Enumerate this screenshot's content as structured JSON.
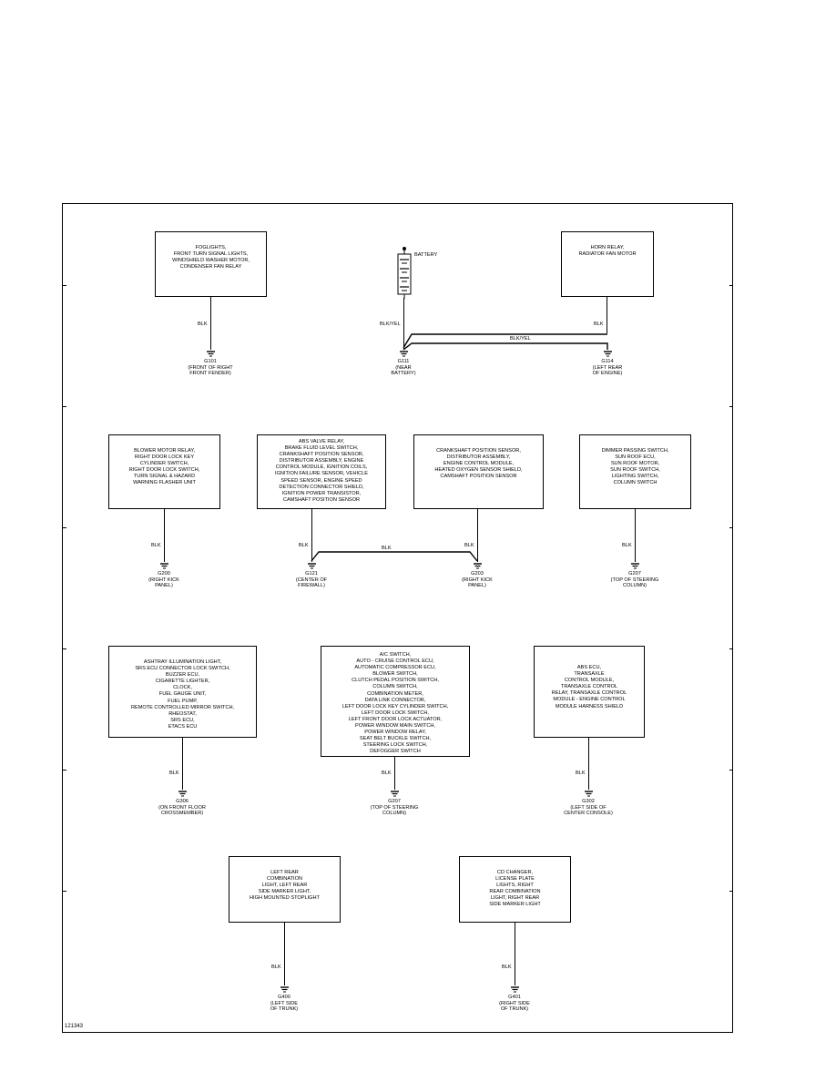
{
  "figure_number": "121343",
  "components": {
    "c1": "FOGLIGHTS,\nFRONT TURN SIGNAL LIGHTS,\nWINDSHIELD WASHER MOTOR,\nCONDENSER FAN RELAY",
    "c2": "HORN RELAY,\nRADIATOR FAN MOTOR",
    "c3": "BLOWER MOTOR RELAY,\nRIGHT DOOR LOCK KEY\nCYLINDER SWITCH,\nRIGHT DOOR LOCK SWITCH,\nTURN SIGNAL & HAZARD\nWARNING FLASHER UNIT",
    "c4": "ABS VALVE RELAY,\nBRAKE FLUID LEVEL SWITCH,\nCRANKSHAFT POSITION SENSOR,\nDISTRIBUTOR ASSEMBLY, ENGINE\nCONTROL MODULE, IGNITION COILS,\nIGNITION FAILURE SENSOR, VEHICLE\nSPEED SENSOR, ENGINE SPEED\nDETECTION CONNECTOR SHIELD,\nIGNITION POWER TRANSISTOR,\nCAMSHAFT POSITION SENSOR",
    "c5": "CRANKSHAFT POSITION SENSOR,\nDISTRIBUTOR ASSEMBLY,\nENGINE CONTROL MODULE,\nHEATED OXYGEN SENSOR SHIELD,\nCAMSHAFT POSITION SENSOR",
    "c6": "DIMMER PASSING SWITCH,\nSUN ROOF ECU,\nSUN ROOF MOTOR,\nSUN ROOF SWITCH,\nLIGHTING SWITCH,\nCOLUMN SWITCH",
    "c7": "ASHTRAY ILLUMINATION LIGHT,\nSRS ECU CONNECTOR LOCK SWITCH,\nBUZZER ECU,\nCIGARETTE LIGHTER,\nCLOCK,\nFUEL GAUGE UNIT,\nFUEL PUMP,\nREMOTE CONTROLLED MIRROR SWITCH,\nRHEOSTAT,\nSRS ECU,\nETACS ECU",
    "c8": "A/C SWITCH,\nAUTO - CRUISE CONTROL ECU,\nAUTOMATIC COMPRESSOR ECU,\nBLOWER SWITCH,\nCLUTCH PEDAL POSITION SWITCH,\nCOLUMN SWITCH,\nCOMBINATION METER,\nDATA LINK CONNECTOR,\nLEFT DOOR LOCK KEY CYLINDER SWITCH,\nLEFT DOOR LOCK SWITCH,\nLEFT FRONT DOOR LOCK ACTUATOR,\nPOWER WINDOW MAIN SWITCH,\nPOWER WINDOW RELAY,\nSEAT BELT BUCKLE SWITCH,\nSTEERING LOCK SWITCH,\nDEFOGGER SWITCH",
    "c9": "ABS ECU,\nTRANSAXLE\nCONTROL MODULE,\nTRANSAXLE CONTROL\nRELAY, TRANSAXLE CONTROL\nMODULE - ENGINE CONTROL\nMODULE HARNESS SHIELD",
    "c10": "LEFT REAR\nCOMBINATION\nLIGHT, LEFT REAR\nSIDE MARKER LIGHT,\nHIGH MOUNTED STOPLIGHT",
    "c11": "CD CHANGER,\nLICENSE PLATE\nLIGHTS, RIGHT\nREAR COMBINATION\nLIGHT, RIGHT REAR\nSIDE MARKER LIGHT"
  },
  "battery_label": "BATTERY",
  "wire_labels": {
    "w1": "BLK",
    "w2": "BLK/YEL",
    "w3": "BLK",
    "w4": "BLK/YEL",
    "w5": "BLK",
    "w6": "BLK",
    "w7": "BLK",
    "w8": "BLK",
    "w9": "BLK",
    "w10": "BLK",
    "w11": "BLK",
    "w12": "BLK",
    "w13": "BLK"
  },
  "grounds": {
    "g1": "G101\n(FRONT OF RIGHT\nFRONT FENDER)",
    "g2": "G111\n(NEAR\nBATTERY)",
    "g3": "G114\n(LEFT REAR\nOF ENGINE)",
    "g4": "G200\n(RIGHT KICK\nPANEL)",
    "g5": "G121\n(CENTER OF\nFIREWALL)",
    "g6": "G203\n(RIGHT KICK\nPANEL)",
    "g7": "G207\n(TOP OF STEERING\nCOLUMN)",
    "g8": "G306\n(ON FRONT FLOOR\nCROSSMEMBER)",
    "g9": "G207\n(TOP OF STEERING\nCOLUMN)",
    "g10": "G302\n(LEFT SIDE OF\nCENTER CONSOLE)",
    "g11": "G400\n(LEFT SIDE\nOF TRUNK)",
    "g12": "G401\n(RIGHT SIDE\nOF TRUNK)"
  }
}
